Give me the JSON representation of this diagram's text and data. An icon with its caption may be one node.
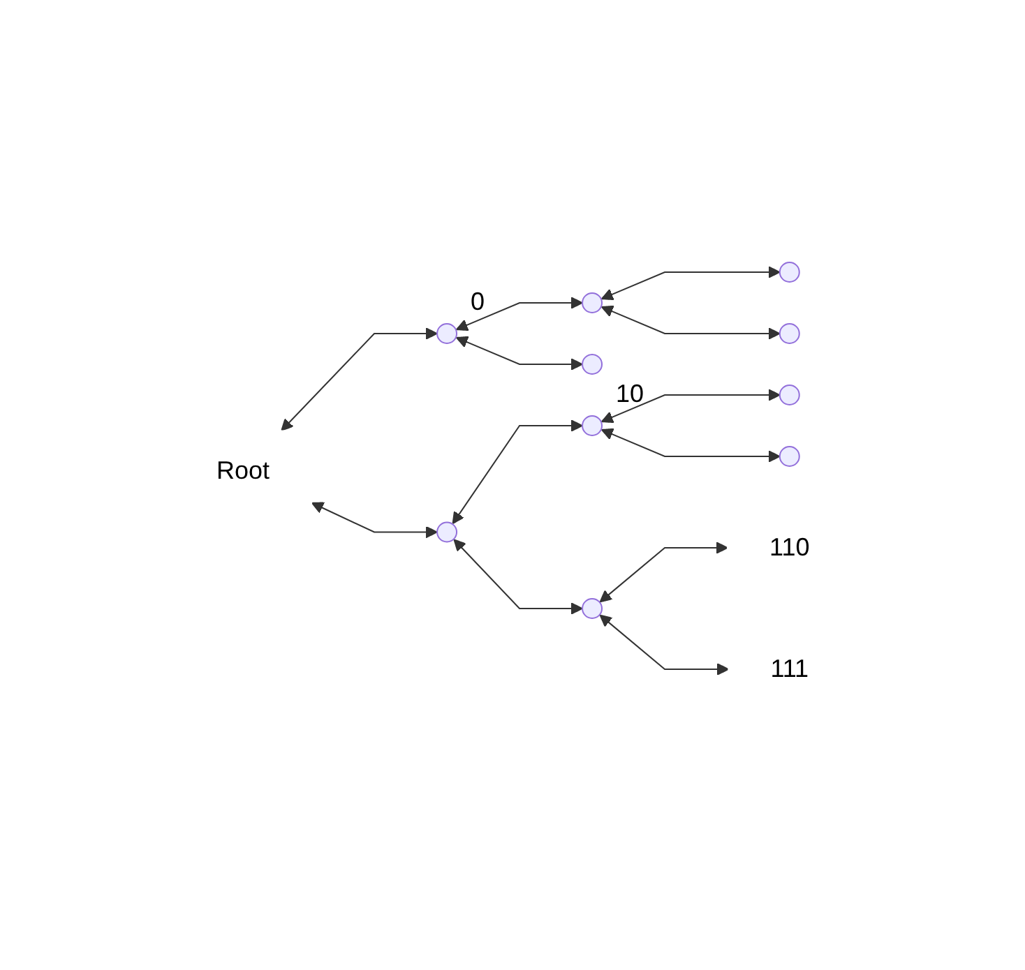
{
  "diagram": {
    "nodes": [
      {
        "text": [
          "Root"
        ]
      },
      {
        "text": [],
        "shape": "point",
        "beside": [
          "0"
        ]
      },
      {
        "text": [],
        "shape": "point"
      },
      {
        "text": [],
        "shape": "point"
      },
      {
        "text": [],
        "shape": "point"
      },
      {
        "text": [],
        "shape": "point"
      },
      {
        "text": [],
        "shape": "point"
      },
      {
        "text": [],
        "shape": "point",
        "beside": [
          "10"
        ]
      },
      {
        "text": [],
        "shape": "point"
      },
      {
        "text": [],
        "shape": "point"
      },
      {
        "text": [],
        "shape": "point"
      },
      {
        "text": [
          "110"
        ]
      },
      {
        "text": [
          "111"
        ]
      }
    ],
    "edges": [
      {
        "from": 0,
        "to": 1,
        "arrow": "both"
      },
      {
        "from": 1,
        "to": 2,
        "arrow": "both"
      },
      {
        "from": 2,
        "to": 3,
        "arrow": "both"
      },
      {
        "from": 2,
        "to": 4,
        "arrow": "both"
      },
      {
        "from": 1,
        "to": 5,
        "arrow": "both"
      },
      {
        "from": 0,
        "to": 6,
        "arrow": "both"
      },
      {
        "from": 6,
        "to": 7,
        "arrow": "both"
      },
      {
        "from": 7,
        "to": 8,
        "arrow": "both"
      },
      {
        "from": 7,
        "to": 9,
        "arrow": "both"
      },
      {
        "from": 6,
        "to": 10,
        "arrow": "both"
      },
      {
        "from": 10,
        "to": 11,
        "arrow": "both"
      },
      {
        "from": 10,
        "to": 12,
        "arrow": "both"
      }
    ]
  }
}
